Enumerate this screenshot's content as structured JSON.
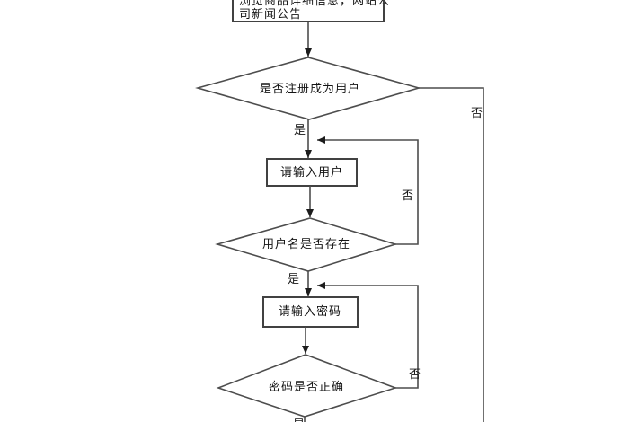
{
  "page": {
    "background": "#ffffff",
    "line_color": "#4d4d4d",
    "arrow_color": "#1c1c1c",
    "text_color": "#141414"
  },
  "flowchart": {
    "intro_box": {
      "line1": "浏览商品详细信息，网站公",
      "line2": "司新闻公告"
    },
    "register_decision": "是否注册成为用户",
    "enter_user_box": "请输入用户",
    "username_decision": "用户名是否存在",
    "enter_password_box": "请输入密码",
    "password_decision": "密码是否正确",
    "labels": {
      "register_yes": "是",
      "register_no": "否",
      "username_no": "否",
      "username_yes": "是",
      "password_no": "否",
      "password_yes": "是"
    }
  }
}
